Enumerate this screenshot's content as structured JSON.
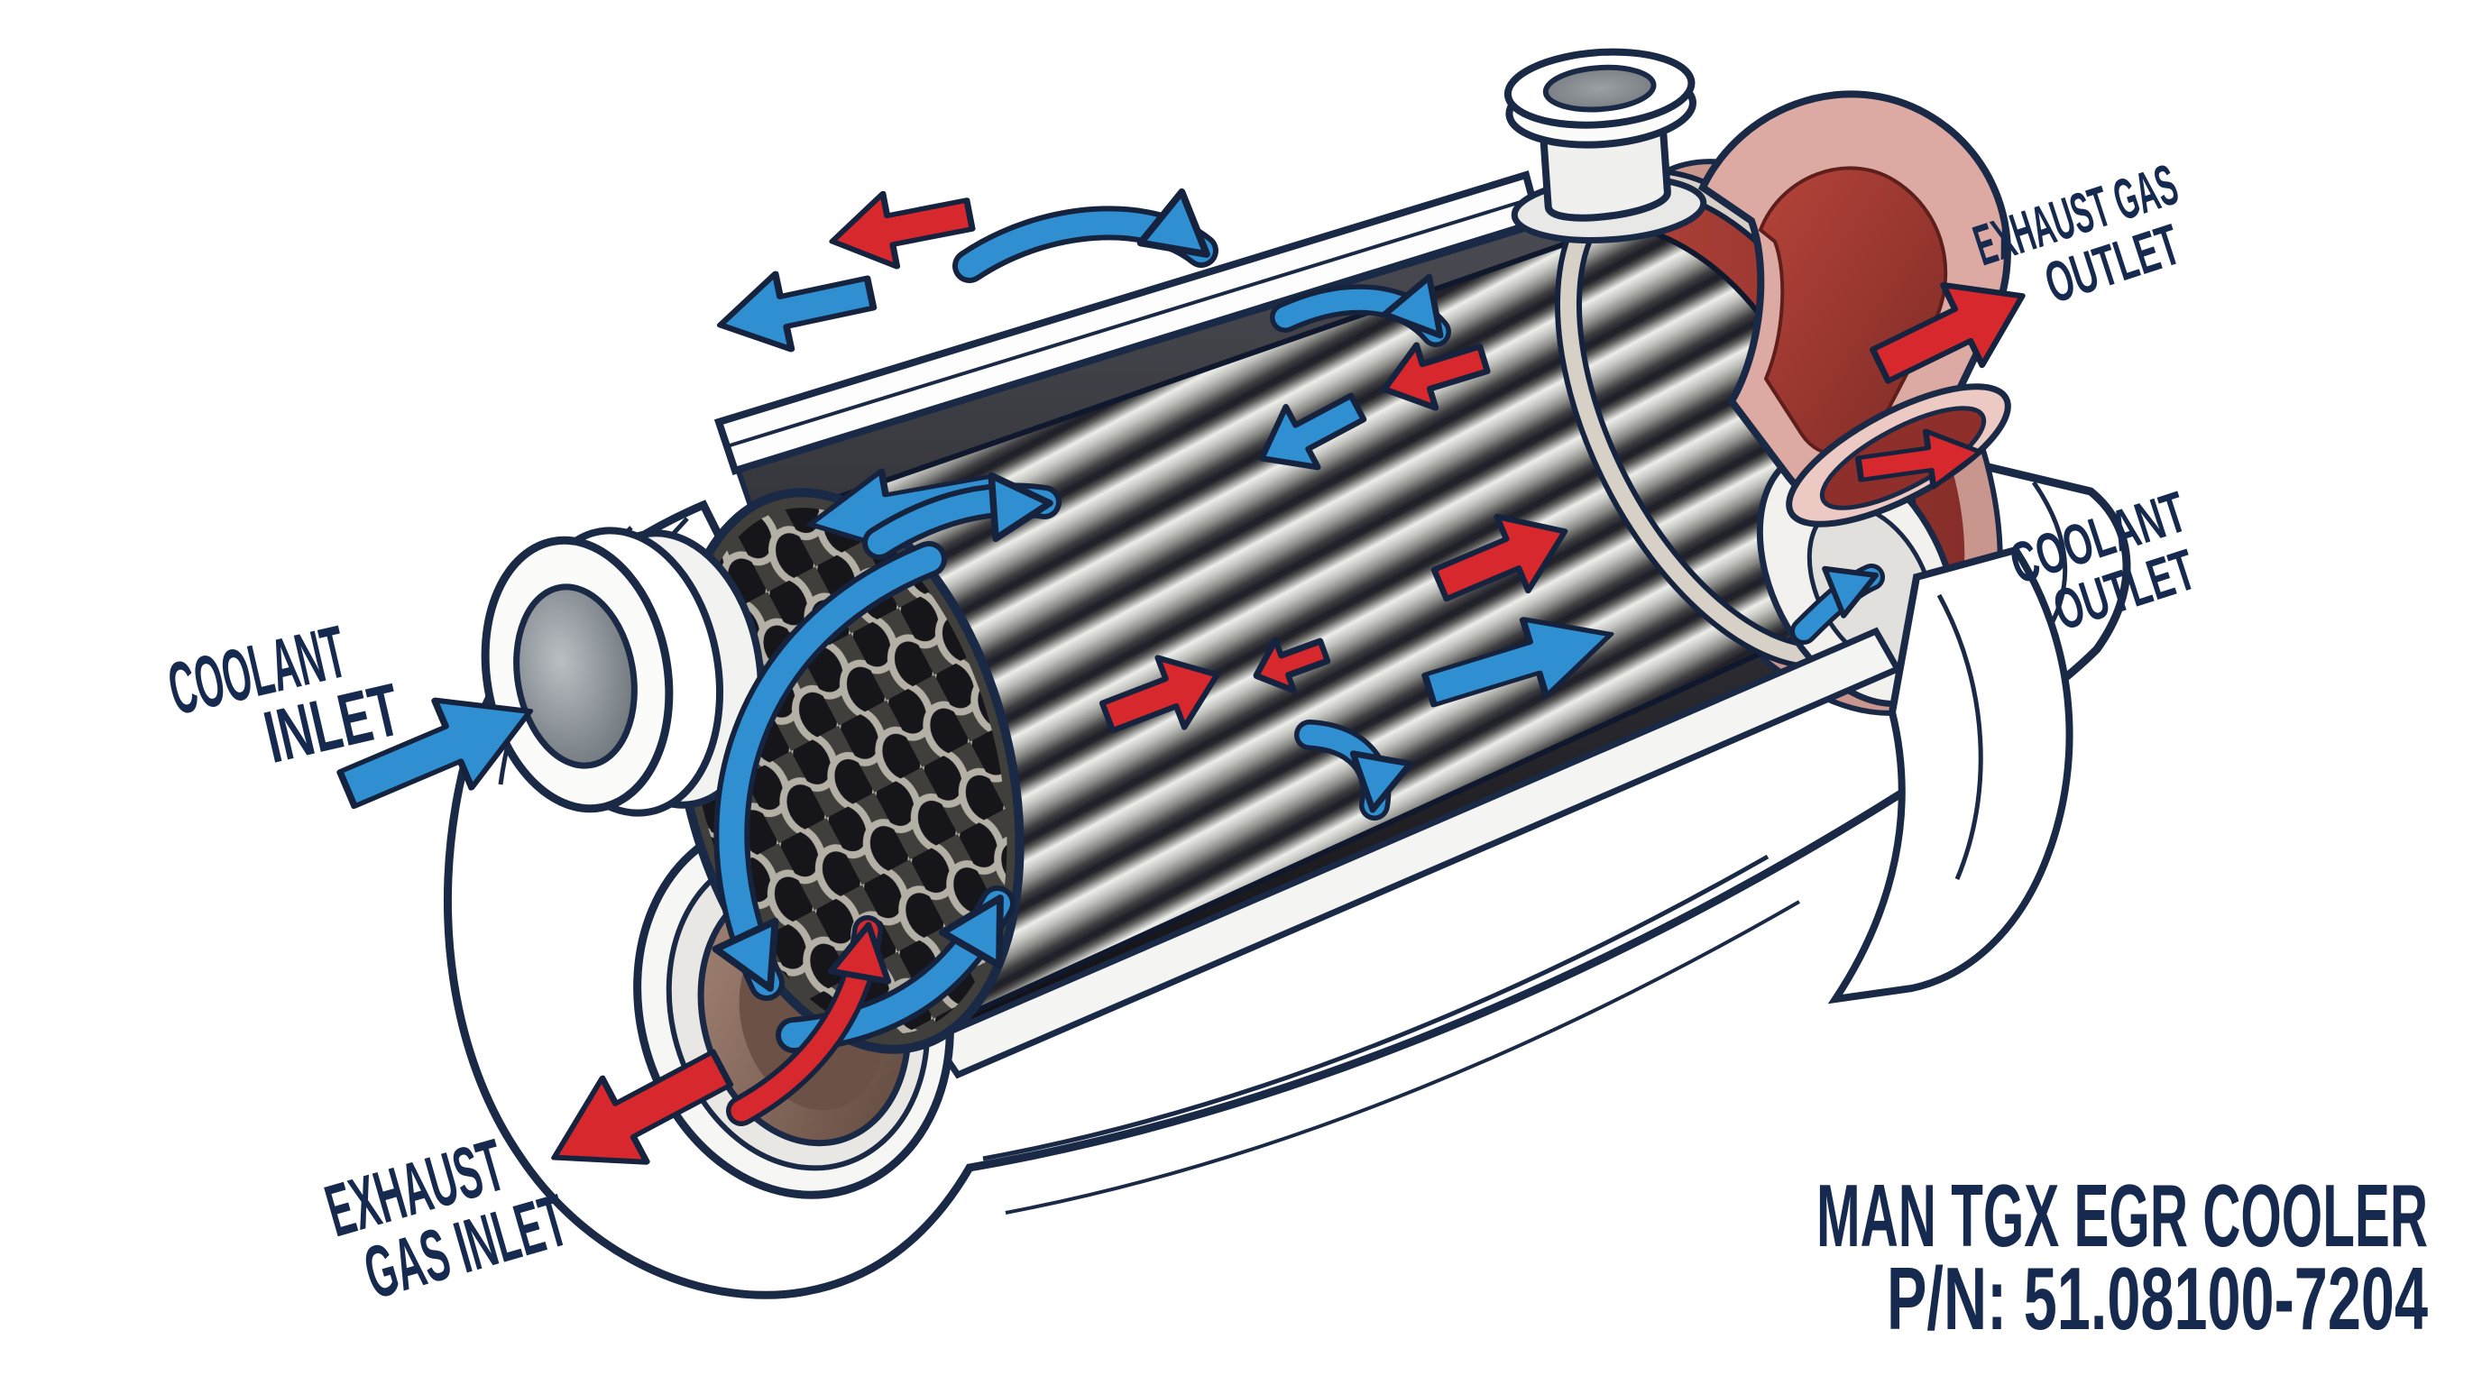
{
  "page": {
    "background": "#ffffff"
  },
  "title": {
    "line1": "MAN TGX EGR COOLER",
    "line2": "P/N: 51.08100-7204"
  },
  "labels": {
    "coolant_inlet": {
      "line1": "COOLANT",
      "line2": "INLET"
    },
    "exhaust_gas_outlet": {
      "line1": "EXHAUST GAS",
      "line2": "OUTLET"
    },
    "coolant_outlet": {
      "line1": "COOLANT",
      "line2": "OUTLET"
    },
    "exhaust_gas_inlet": {
      "line1": "EXHAUST",
      "line2": "GAS INLET"
    }
  },
  "diagram": {
    "subject": "MAN TGX EGR cooler cutaway (shell-and-tube heat exchanger)",
    "style": "technical cutaway illustration",
    "flows": [
      {
        "name": "coolant",
        "arrow_color_name": "blue",
        "color": "#2f8fd1"
      },
      {
        "name": "exhaust gas",
        "arrow_color_name": "red",
        "color": "#d7282e"
      }
    ],
    "colors": {
      "outline_navy": "#1a2945",
      "text_navy": "#16294e",
      "coolant_blue": "#2f8fd1",
      "exhaust_red": "#d7282e",
      "shell_white": "#ffffff",
      "tube_metal_light": "#ededea",
      "tube_metal_dark": "#3f3f42",
      "outlet_duct_pink": "#dcaaa2",
      "outlet_duct_inner_red": "#a03830",
      "inlet_bore_brown": "#8a6a5c"
    }
  }
}
